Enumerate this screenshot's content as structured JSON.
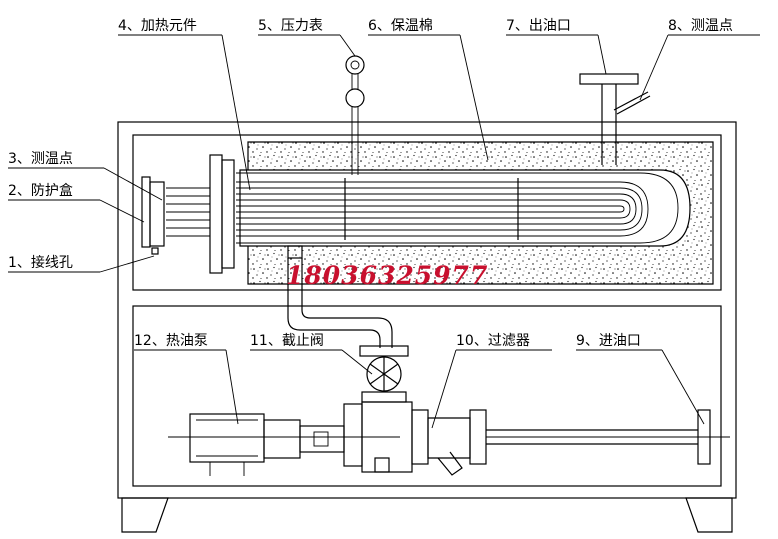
{
  "labels": {
    "l1": "1、接线孔",
    "l2": "2、防护盒",
    "l3": "3、测温点",
    "l4": "4、加热元件",
    "l5": "5、压力表",
    "l6": "6、保温棉",
    "l7": "7、出油口",
    "l8": "8、测温点",
    "l9": "9、进油口",
    "l10": "10、过滤器",
    "l11": "11、截止阀",
    "l12": "12、热油泵"
  },
  "phone": "18036325977",
  "colors": {
    "line": "#000000",
    "phone": "#c8102e",
    "background": "#ffffff"
  }
}
